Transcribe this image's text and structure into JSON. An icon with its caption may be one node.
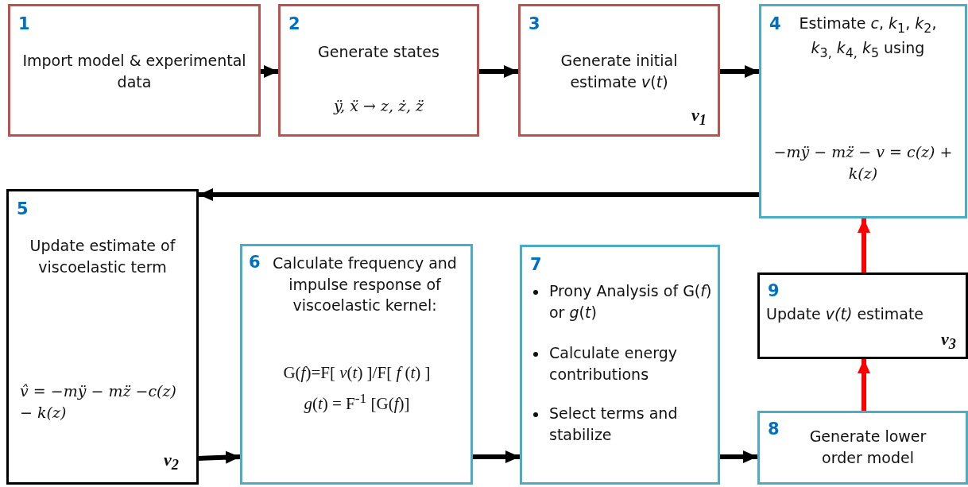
{
  "diagram": {
    "nodes": [
      {
        "text": [
          "1",
          "Import model & experimental data"
        ]
      },
      {
        "text": [
          "2",
          "Generate  states",
          "ÿ, ẍ → z, ż, z̈"
        ]
      },
      {
        "text": [
          "3",
          "Generate initial estimate *v*(*t*)",
          "v$_{1}$"
        ]
      },
      {
        "text": [
          "4",
          "Estimate *c*, *k*$_{1}$, *k*$_{2}$, *k*$_{3,}$ *k*$_{4,}$ *k*$_{5}$ using",
          "−mÿ − mz̈ − v = c(z) + k(z)"
        ]
      },
      {
        "text": [
          "5",
          "Update estimate of viscoelastic term",
          "v̂ = −mÿ − mz̈ −c(z) − k(z)",
          "v$_{2}$"
        ]
      },
      {
        "text": [
          "6",
          "Calculate frequency and impulse response of viscoelastic kernel:",
          "G(*f*)=F[ *v*(*t*) ]/F[ *f* (*t*) ]",
          "*g*(*t*) = F$^{-1}$ [G(*f*)]"
        ]
      },
      {
        "text": [
          "7",
          "Prony Analysis of G(*f*) or *g*(*t*)",
          "Calculate energy contributions",
          "Select terms and stabilize"
        ]
      },
      {
        "text": [
          "8",
          "Generate lower order model"
        ]
      },
      {
        "text": [
          "9",
          "Update *v(t)* estimate",
          "v$_{3}$"
        ]
      }
    ],
    "edges": [
      {
        "from": 0,
        "to": 1,
        "arrow": "to"
      },
      {
        "from": 1,
        "to": 2,
        "arrow": "to"
      },
      {
        "from": 2,
        "to": 3,
        "arrow": "to"
      },
      {
        "from": 3,
        "to": 4,
        "arrow": "to"
      },
      {
        "from": 4,
        "to": 5,
        "arrow": "to"
      },
      {
        "from": 5,
        "to": 6,
        "arrow": "to"
      },
      {
        "from": 6,
        "to": 7,
        "arrow": "to"
      },
      {
        "from": 7,
        "to": 8,
        "arrow": "to",
        "color": "#ff0000"
      },
      {
        "from": 8,
        "to": 3,
        "arrow": "to",
        "color": "#ff0000"
      }
    ]
  }
}
